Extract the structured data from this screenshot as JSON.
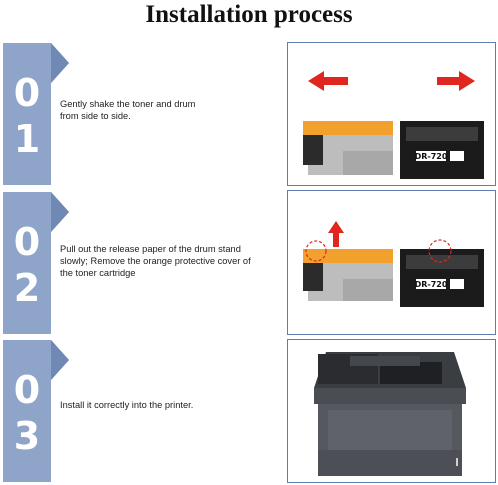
{
  "page": {
    "title": "Installation process"
  },
  "steps": [
    {
      "d1": "0",
      "d2": "1",
      "text": "Gently shake the toner and drum from side to side."
    },
    {
      "d1": "0",
      "d2": "2",
      "text": "Pull out the release paper of the drum stand slowly; Remove the orange protective cover of the toner cartridge"
    },
    {
      "d1": "0",
      "d2": "3",
      "text": "Install it correctly into the printer."
    }
  ],
  "labels": {
    "drum_model": "DR-720"
  },
  "colors": {
    "banner": "#8ea4c8",
    "banner_edge": "#6f88b4",
    "arrow_red": "#e0261f",
    "toner_orange": "#f2a12e",
    "frame_blue": "#5b7fb0"
  }
}
